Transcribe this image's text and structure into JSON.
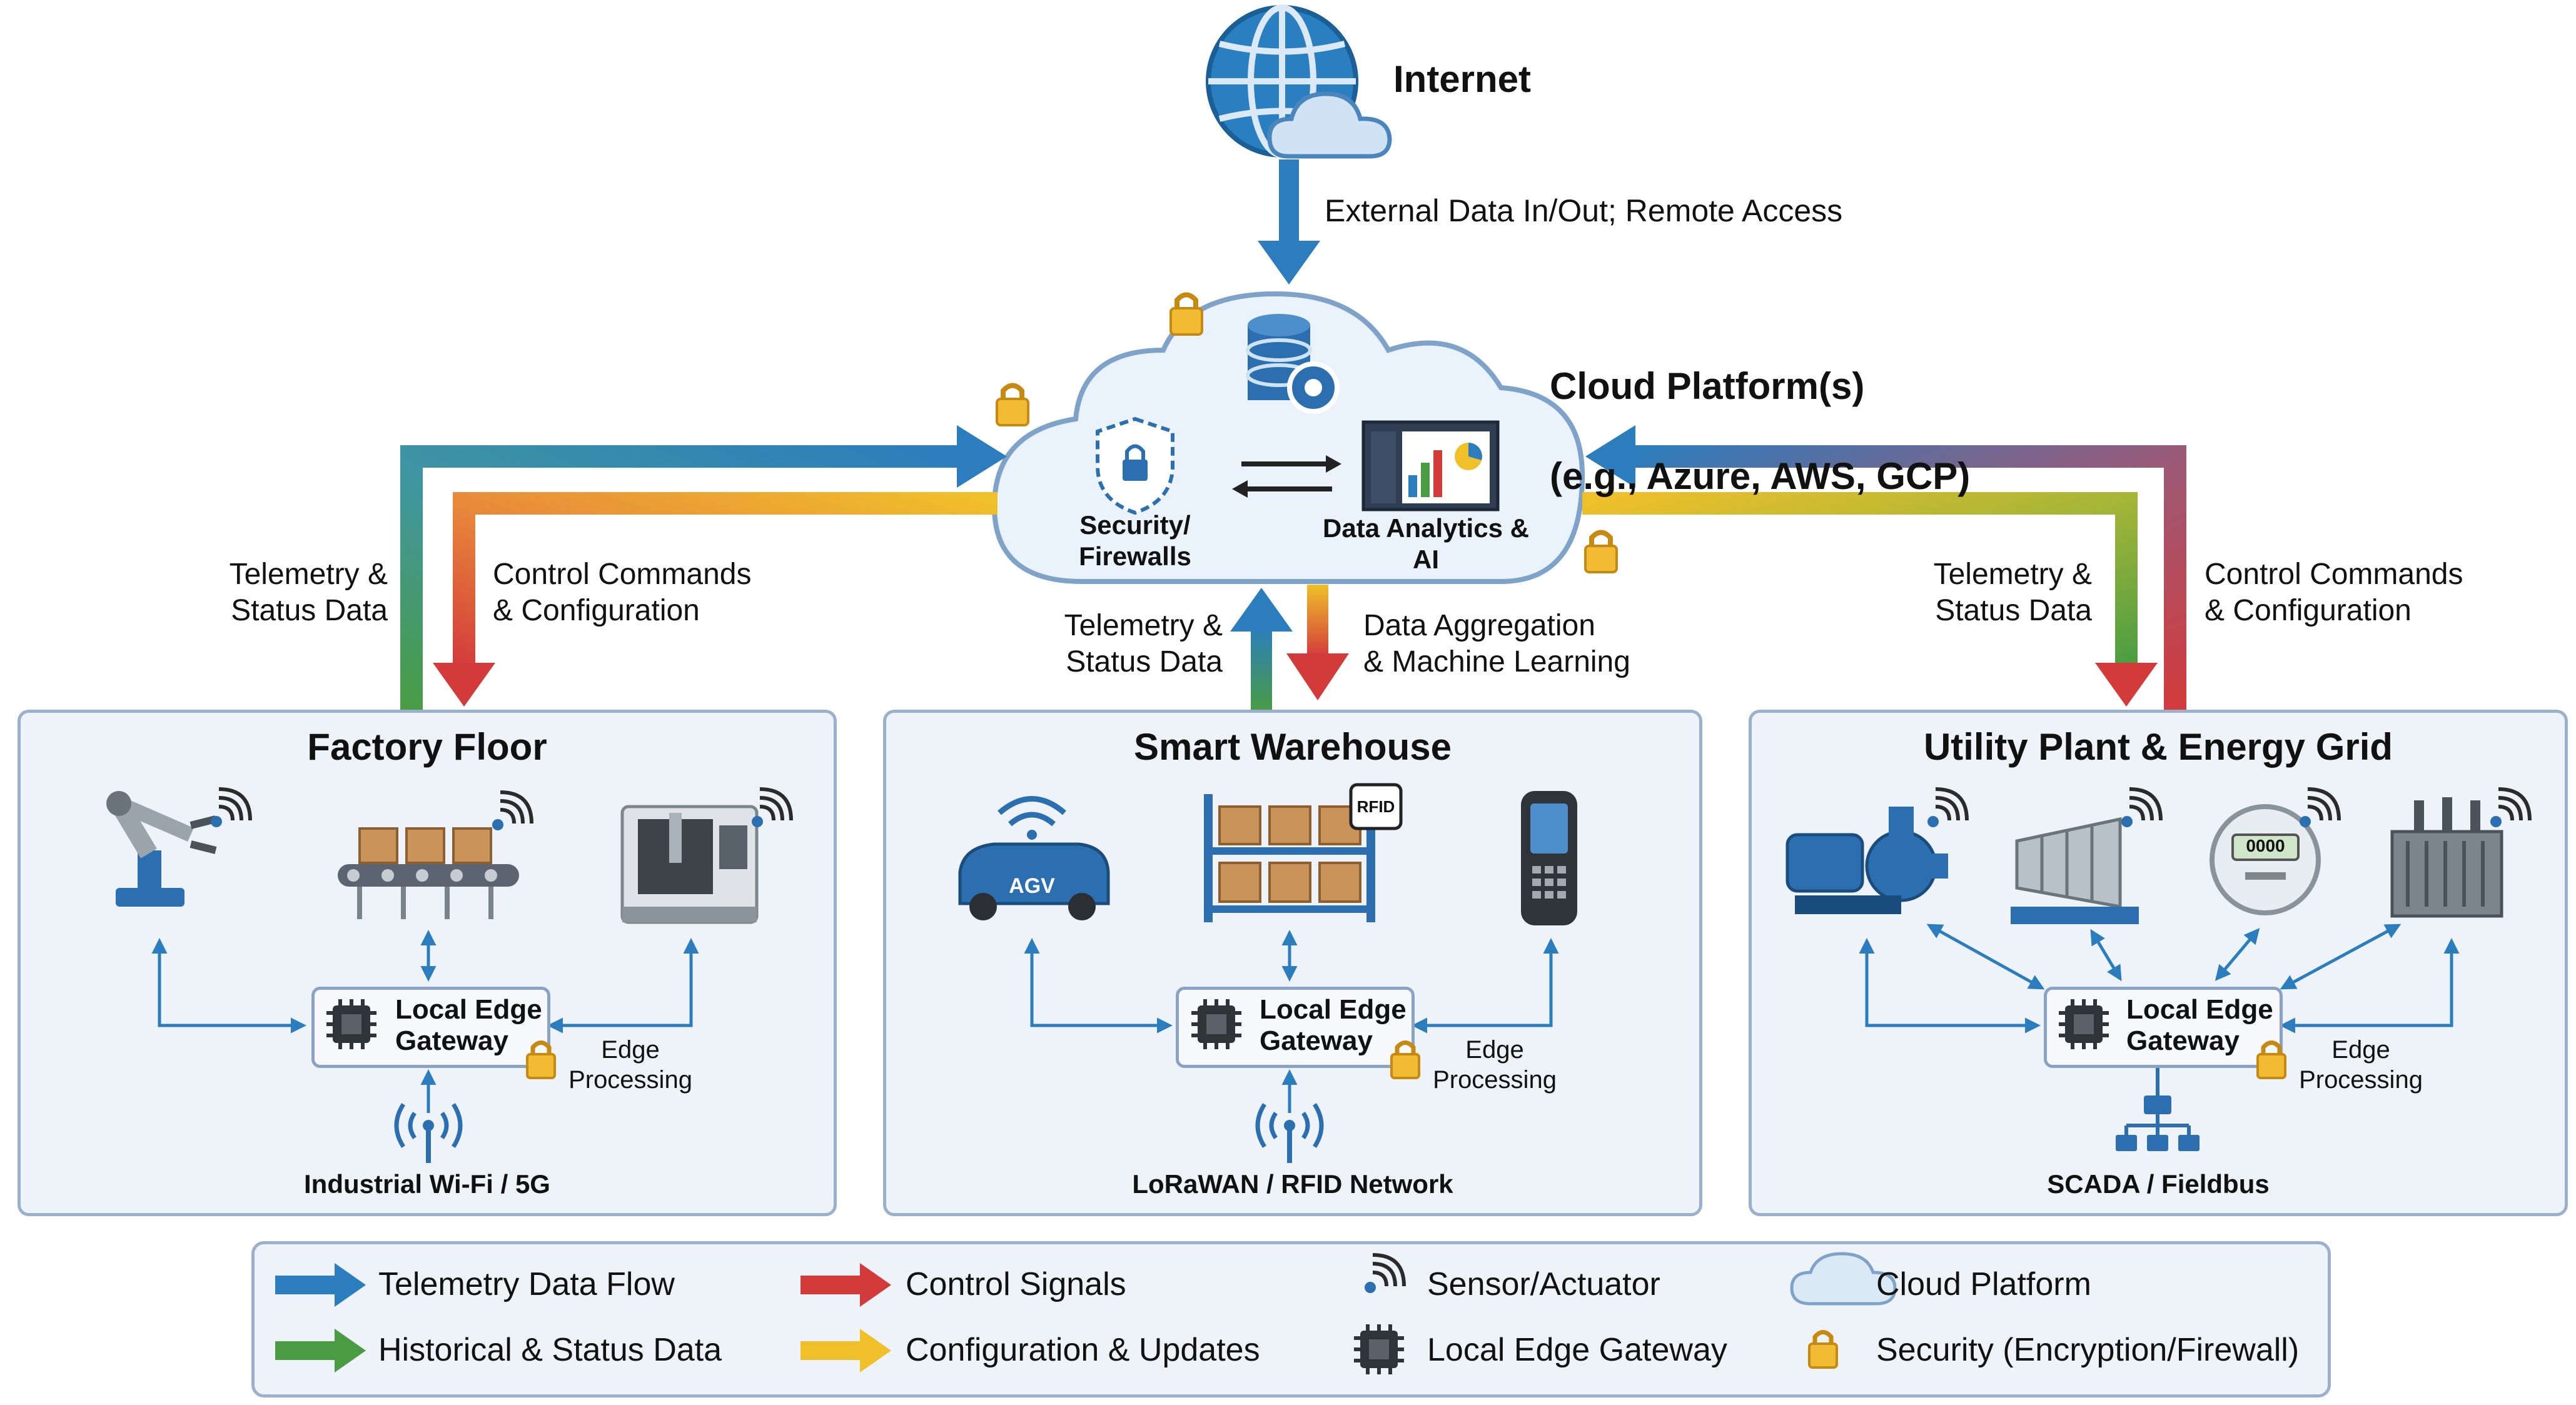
{
  "internet": {
    "label": "Internet",
    "link_label": "External Data In/Out; Remote Access"
  },
  "cloud": {
    "title_line1": "Cloud Platform(s)",
    "title_line2": "(e.g., Azure, AWS, GCP)",
    "security_label": "Security/\nFirewalls",
    "analytics_label": "Data Analytics &\nAI"
  },
  "flows": {
    "left_telemetry": "Telemetry &\nStatus Data",
    "left_control": "Control Commands\n& Configuration",
    "mid_telemetry": "Telemetry &\nStatus Data",
    "mid_aggregation": "Data Aggregation\n& Machine Learning",
    "right_telemetry": "Telemetry &\nStatus Data",
    "right_control": "Control Commands\n& Configuration"
  },
  "sites": [
    {
      "title": "Factory Floor",
      "gateway": "Local Edge\nGateway",
      "edge": "Edge\nProcessing",
      "network": "Industrial Wi-Fi / 5G"
    },
    {
      "title": "Smart Warehouse",
      "gateway": "Local Edge\nGateway",
      "edge": "Edge\nProcessing",
      "network": "LoRaWAN / RFID Network",
      "agv_label": "AGV",
      "rfid_label": "RFID"
    },
    {
      "title": "Utility Plant & Energy Grid",
      "gateway": "Local Edge\nGateway",
      "edge": "Edge\nProcessing",
      "network": "SCADA / Fieldbus",
      "meter_label": "0000"
    }
  ],
  "legend": [
    {
      "label": "Telemetry Data Flow",
      "icon": "blue-arrow"
    },
    {
      "label": "Control Signals",
      "icon": "red-arrow"
    },
    {
      "label": "Sensor/Actuator",
      "icon": "wireless-signal-icon"
    },
    {
      "label": "Cloud Platform",
      "icon": "cloud-icon"
    },
    {
      "label": "Historical & Status Data",
      "icon": "green-arrow"
    },
    {
      "label": "Configuration & Updates",
      "icon": "yellow-arrow"
    },
    {
      "label": "Local Edge Gateway",
      "icon": "chip-icon"
    },
    {
      "label": "Security (Encryption/Firewall)",
      "icon": "lock-icon"
    }
  ],
  "colors": {
    "telemetry": "#2b7dbd",
    "control": "#d33b3b",
    "historical": "#4a9c43",
    "configuration": "#f0c02a",
    "panel": "#eef3fa",
    "border": "#9bb0cc"
  }
}
